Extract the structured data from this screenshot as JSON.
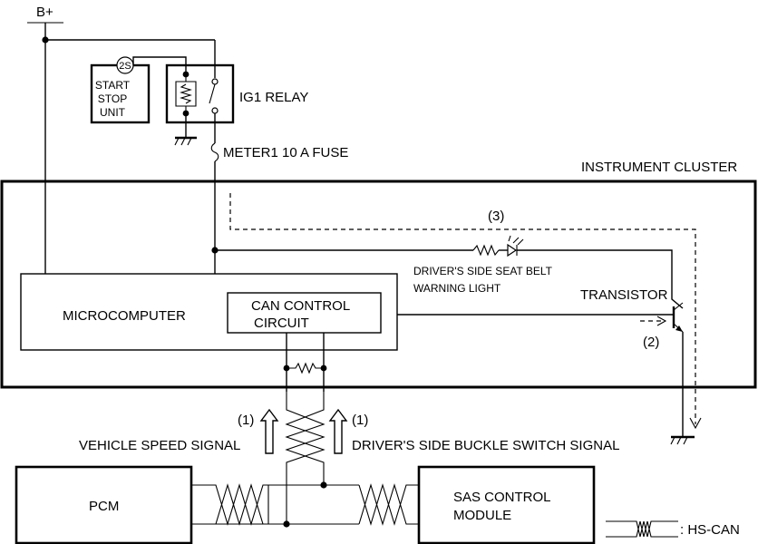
{
  "labels": {
    "supply": "B+",
    "start_stop_unit_line1": "START",
    "start_stop_unit_line2": "STOP",
    "start_stop_unit_line3": "UNIT",
    "terminal_2s": "2S",
    "ig1_relay": "IG1 RELAY",
    "fuse": "METER1 10 A FUSE",
    "instrument_cluster": "INSTRUMENT CLUSTER",
    "path_3": "(3)",
    "warning_light_line1": "DRIVER'S SIDE SEAT BELT",
    "warning_light_line2": "WARNING LIGHT",
    "transistor": "TRANSISTOR",
    "path_2": "(2)",
    "microcomputer": "MICROCOMPUTER",
    "can_control_line1": "CAN CONTROL",
    "can_control_line2": "CIRCUIT",
    "path_1_left": "(1)",
    "path_1_right": "(1)",
    "vehicle_speed_signal": "VEHICLE SPEED SIGNAL",
    "buckle_switch_signal": "DRIVER'S SIDE BUCKLE SWITCH SIGNAL",
    "pcm": "PCM",
    "sas_line1": "SAS CONTROL",
    "sas_line2": "MODULE",
    "legend_hs_can": ": HS-CAN"
  }
}
